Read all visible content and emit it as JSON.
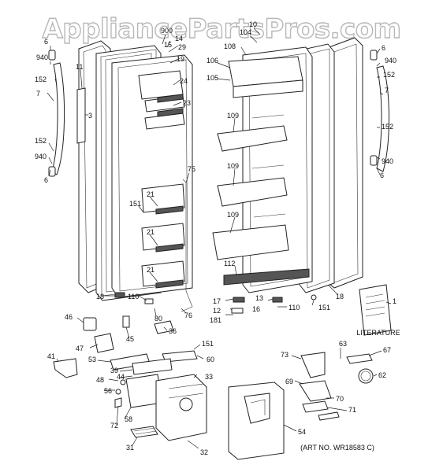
{
  "watermark": "AppliancePartsPros.com",
  "literature_label": "LITERATURE",
  "art_number": "(ART NO. WR18583 C)",
  "callouts": {
    "c900": "900",
    "c14": "14",
    "c29": "29",
    "c15": "15",
    "c19": "19",
    "c24": "24",
    "c23": "23",
    "c75": "75",
    "c151a": "151",
    "c21a": "21",
    "c21b": "21",
    "c21c": "21",
    "c18a": "18",
    "c110a": "110",
    "c80": "80",
    "c76": "76",
    "c6a": "6",
    "c940a": "940",
    "c152a": "152",
    "c11": "11",
    "c7a": "7",
    "c3": "3",
    "c152b": "152",
    "c940b": "940",
    "c6b": "6",
    "c10": "10",
    "c104": "104",
    "c108": "108",
    "c106": "106",
    "c105": "105",
    "c109a": "109",
    "c109b": "109",
    "c109c": "109",
    "c112": "112",
    "c17": "17",
    "c13": "13",
    "c16": "16",
    "c12": "12",
    "c181": "181",
    "c110b": "110",
    "c151b": "151",
    "c18b": "18",
    "c6c": "6",
    "c940c": "940",
    "c152c": "152",
    "c7b": "7",
    "c152d": "152",
    "c940d": "940",
    "c6d": "6",
    "c1": "1",
    "c46": "46",
    "c45": "45",
    "c36": "36",
    "c151c": "151",
    "c47": "47",
    "c53": "53",
    "c60": "60",
    "c41": "41",
    "c39": "39",
    "c44": "44",
    "c33": "33",
    "c48": "48",
    "c56": "56",
    "c58": "58",
    "c72": "72",
    "c31": "31",
    "c32": "32",
    "c73": "73",
    "c63": "63",
    "c67": "67",
    "c62": "62",
    "c69": "69",
    "c70": "70",
    "c71": "71",
    "c54": "54"
  }
}
